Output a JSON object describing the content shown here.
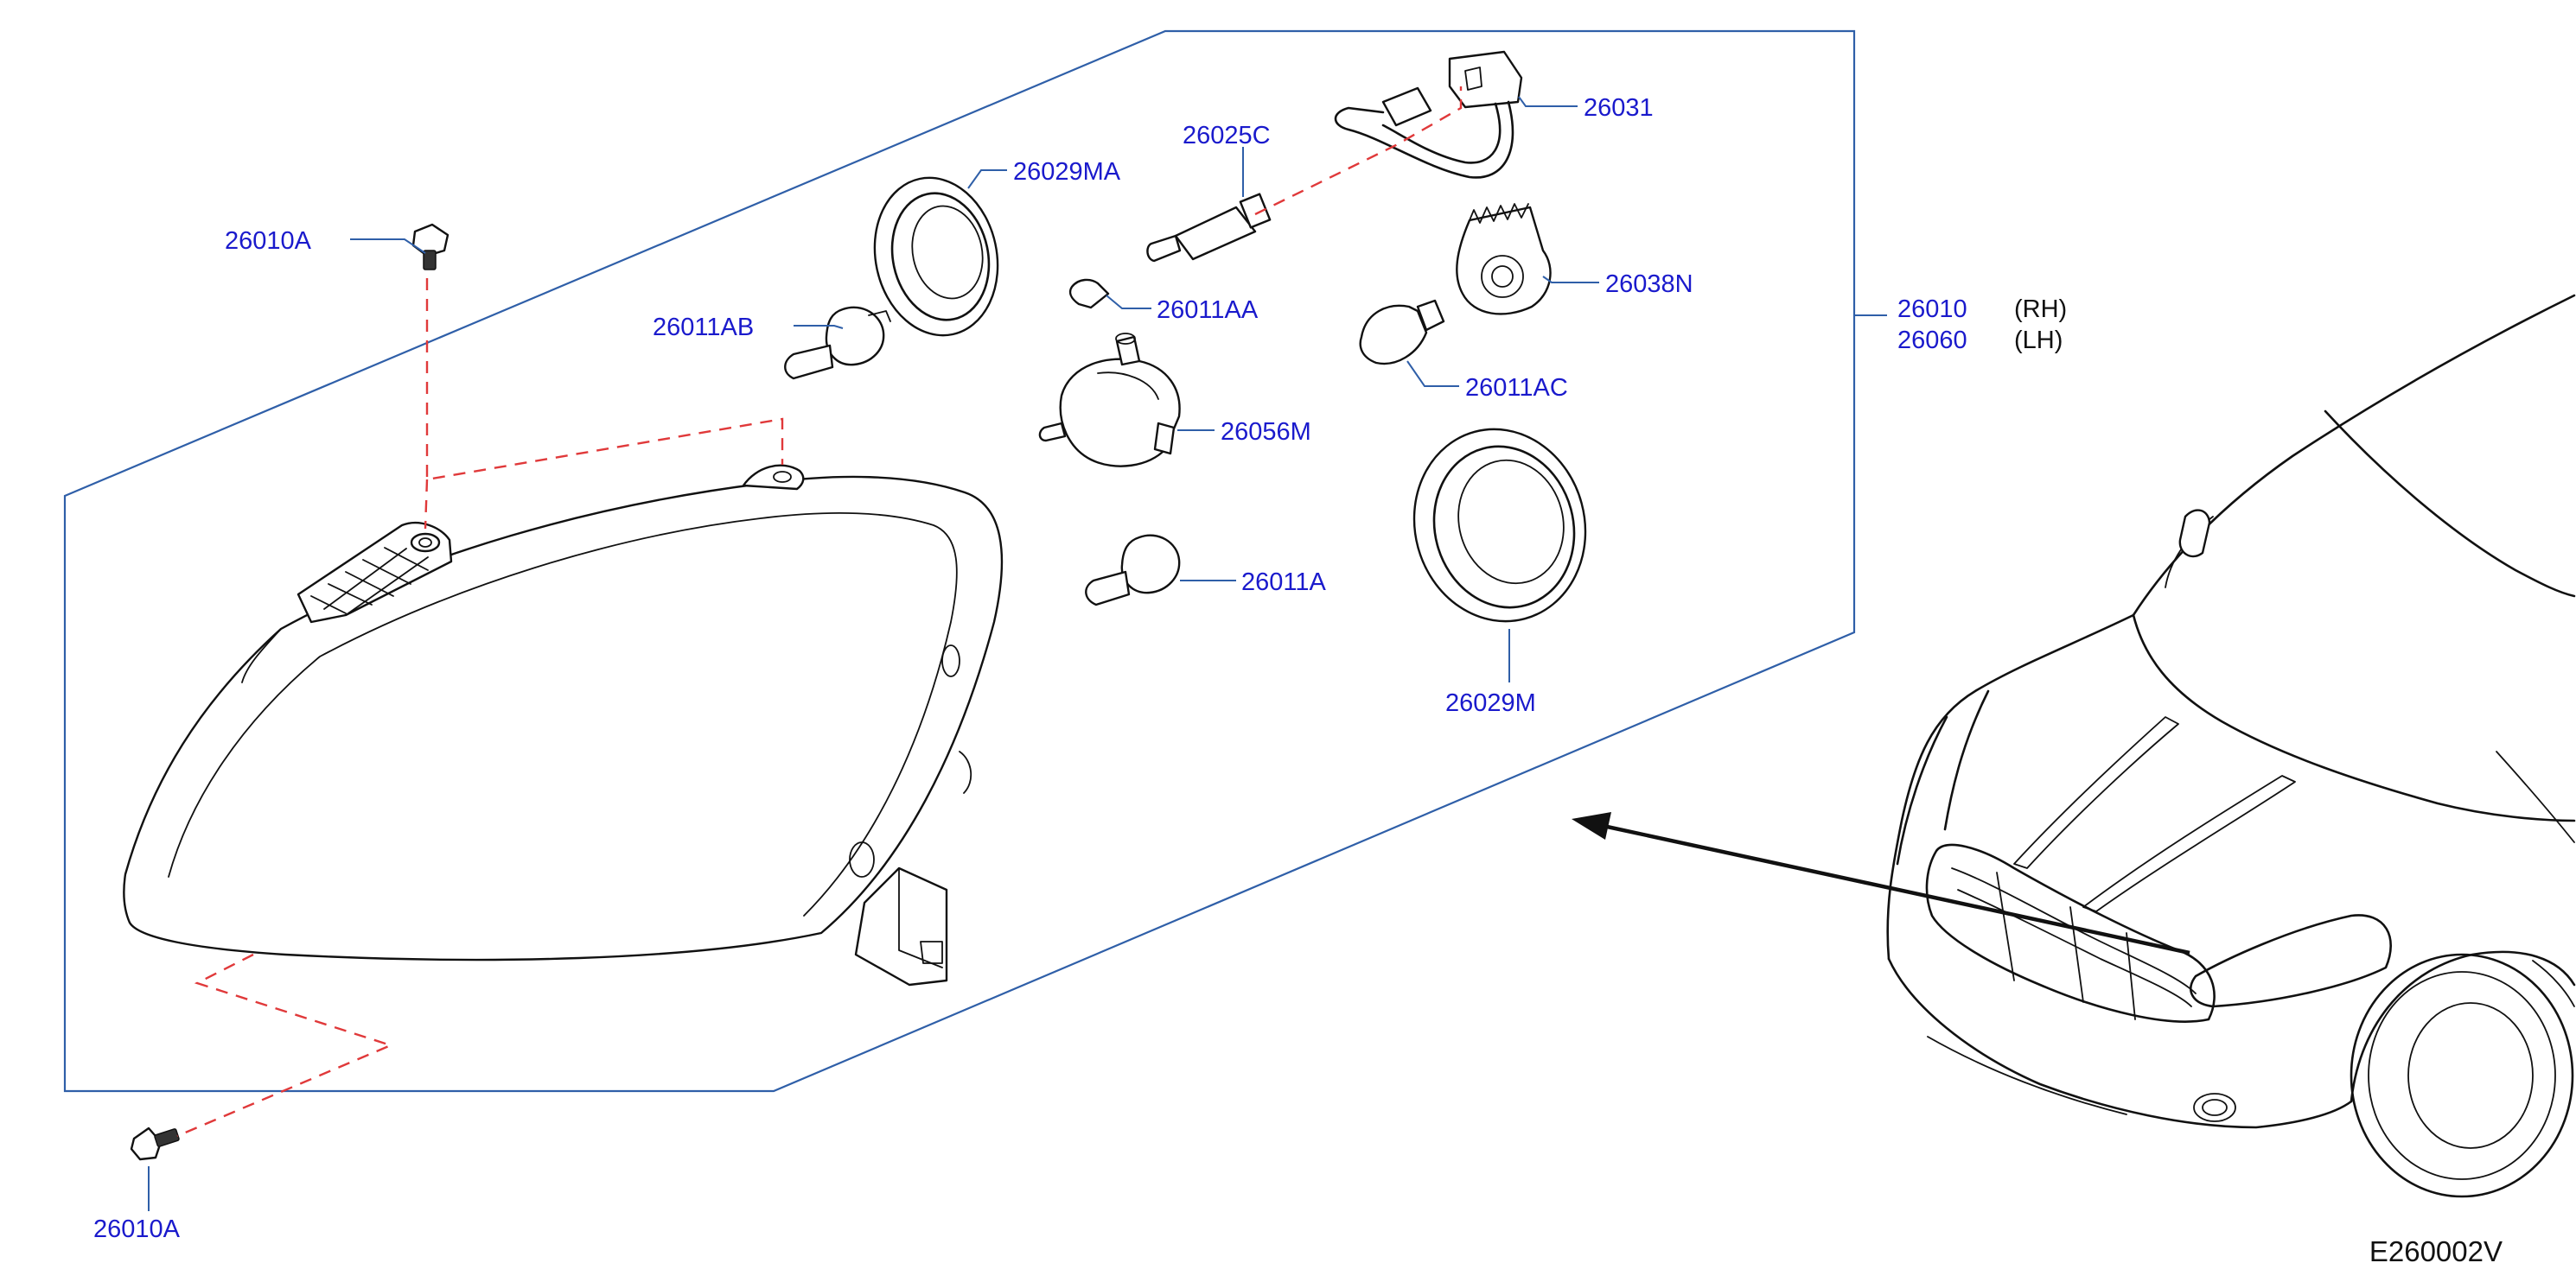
{
  "diagram_code": "E260002V",
  "parts": {
    "p26010a_top": "26010A",
    "p26029ma": "26029MA",
    "p26025c": "26025C",
    "p26031": "26031",
    "p26011ab": "26011AB",
    "p26011aa": "26011AA",
    "p26038n": "26038N",
    "p26011ac": "26011AC",
    "p26056m": "26056M",
    "p26011a": "26011A",
    "p26029m": "26029M",
    "p26010a_bottom": "26010A"
  },
  "assembly": [
    {
      "part_no": "26010",
      "side": "(RH)"
    },
    {
      "part_no": "26060",
      "side": "(LH)"
    }
  ],
  "colors": {
    "part_label": "#1a1acc",
    "frame_line": "#2f5fa8",
    "dashed_guide": "#e0393a",
    "line_art": "#111111"
  }
}
